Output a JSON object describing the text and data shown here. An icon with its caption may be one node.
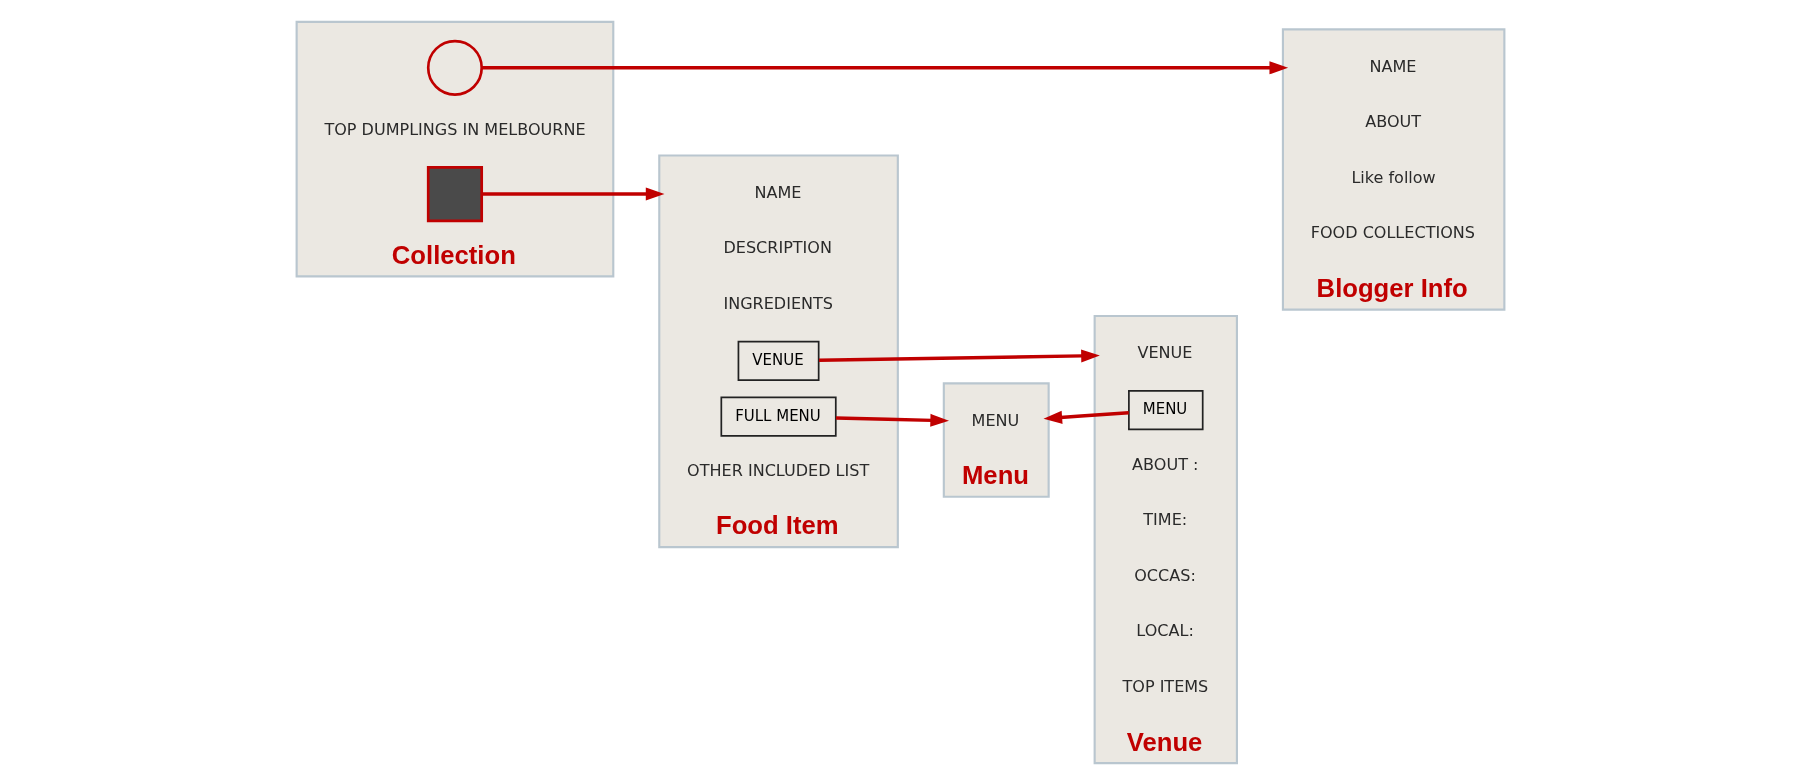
{
  "diagram": {
    "nodes": [
      {
        "text": [
          "Collection"
        ]
      },
      {
        "text": [],
        "shape": "circle",
        "in": 0
      },
      {
        "text": [],
        "shape": "box",
        "in": 0
      },
      {
        "text": [
          "Food Item"
        ]
      },
      {
        "text": [
          "VENUE"
        ],
        "in": 3
      },
      {
        "text": [
          "FULL MENU"
        ],
        "in": 3
      },
      {
        "text": [
          "Menu"
        ]
      },
      {
        "text": [
          "Venue"
        ]
      },
      {
        "text": [
          "MENU"
        ],
        "in": 7
      },
      {
        "text": [
          "Blogger Info"
        ]
      }
    ],
    "edges": [
      {
        "from": 1,
        "to": 9,
        "arrow": "to"
      },
      {
        "from": 2,
        "to": 3,
        "arrow": "to"
      },
      {
        "from": 4,
        "to": 7,
        "arrow": "to"
      },
      {
        "from": 5,
        "to": 6,
        "arrow": "to"
      },
      {
        "from": 8,
        "to": 6,
        "arrow": "to"
      }
    ],
    "labels": [
      "TOP DUMPLINGS IN MELBOURNE",
      "NAME",
      "DESCRIPTION",
      "INGREDIENTS",
      "OTHER INCLUDED LIST",
      "MENU",
      "VENUE",
      "ABOUT :",
      "TIME:",
      "OCCAS:",
      "LOCAL:",
      "TOP ITEMS",
      "NAME",
      "ABOUT",
      "Like follow",
      "FOOD COLLECTIONS"
    ]
  }
}
